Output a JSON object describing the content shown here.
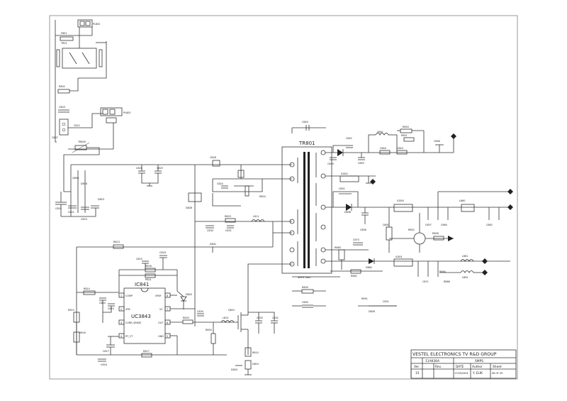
{
  "schematic": {
    "transformer": {
      "ref": "TR801",
      "part": "SMPS-Trafo"
    },
    "controller": {
      "ref": "IC841",
      "part": "UC3843",
      "pins": [
        {
          "num": "1",
          "name": "COMP"
        },
        {
          "num": "2",
          "name": "VFB"
        },
        {
          "num": "3",
          "name": "CURR_SENSE"
        },
        {
          "num": "4",
          "name": "RT_CT"
        },
        {
          "num": "8",
          "name": "VREF"
        },
        {
          "num": "7",
          "name": "VC"
        },
        {
          "num": "6",
          "name": "OUT"
        },
        {
          "num": "5",
          "name": "GND"
        }
      ]
    },
    "connectors": {
      "pl802": "PL802",
      "pl803": "PL803"
    },
    "refs": {
      "tr801_fuse": "TR01",
      "r802": "R802",
      "c803": "C803",
      "f801": "F801",
      "c812": "C812",
      "tr800": "TR800",
      "c807": "C807",
      "q806": "Q806",
      "c820": "C820",
      "d823": "D823",
      "c821": "C821",
      "c823": "C823",
      "d816": "D816",
      "d826": "D826",
      "c826": "C826",
      "c825": "C825",
      "l811": "L811",
      "r813": "R813",
      "d841": "D841",
      "r814": "R814",
      "c814": "C814",
      "r815": "R815",
      "c815": "C815",
      "r816": "R816",
      "c816": "C816",
      "r817": "R817",
      "c817": "C817",
      "q801": "Q801",
      "r818": "R818",
      "c818": "C818",
      "c819": "C819",
      "d820": "D820",
      "r821": "R821",
      "c824": "C824",
      "r824": "R824",
      "r803": "R803",
      "c828": "C828",
      "d810": "D810",
      "r810": "R810",
      "l810": "L810",
      "c830": "C830",
      "c831": "C831",
      "c832": "C832",
      "r833": "R833",
      "c834": "C834",
      "r834": "R834",
      "d834": "D834",
      "c835": "C835",
      "d836": "D836",
      "l836": "L836",
      "l840": "L840",
      "c840": "C840",
      "ic801": "IC801",
      "c842": "C842",
      "c843": "C843",
      "c844": "C844",
      "ic802": "IC802",
      "c845": "C845",
      "c846": "C846",
      "c849": "C849",
      "q850": "Q850",
      "r850": "R850",
      "c851": "C851",
      "r851": "R851",
      "r852": "R852",
      "ic850": "IC850",
      "c856": "C856",
      "c857": "C857",
      "r858": "R858",
      "l860": "L860",
      "l861": "L861",
      "r860": "R860",
      "c860": "C860",
      "r862": "R862",
      "c862": "C862",
      "d862": "D862",
      "r864": "R864",
      "r866": "R866",
      "l850": "L850",
      "c870": "C870",
      "c871": "C871",
      "r890": "R890",
      "c890": "C890",
      "r891": "R891"
    }
  },
  "title_block": {
    "company": "VESTEL ELECTRONICS TV R&D GROUP",
    "chassis": "11AK36A",
    "sheet_title": "SMPS",
    "ver_label": "Ver.",
    "ver_value": "15",
    "rev_label": "Rev.",
    "rev_value": "",
    "date_label": "DATE",
    "date_value": "17/05/2004",
    "author_label": "Author",
    "author_value": "Y. ELIK",
    "sheet_label": "Sheet",
    "sheet_value": "08 OF 09"
  }
}
